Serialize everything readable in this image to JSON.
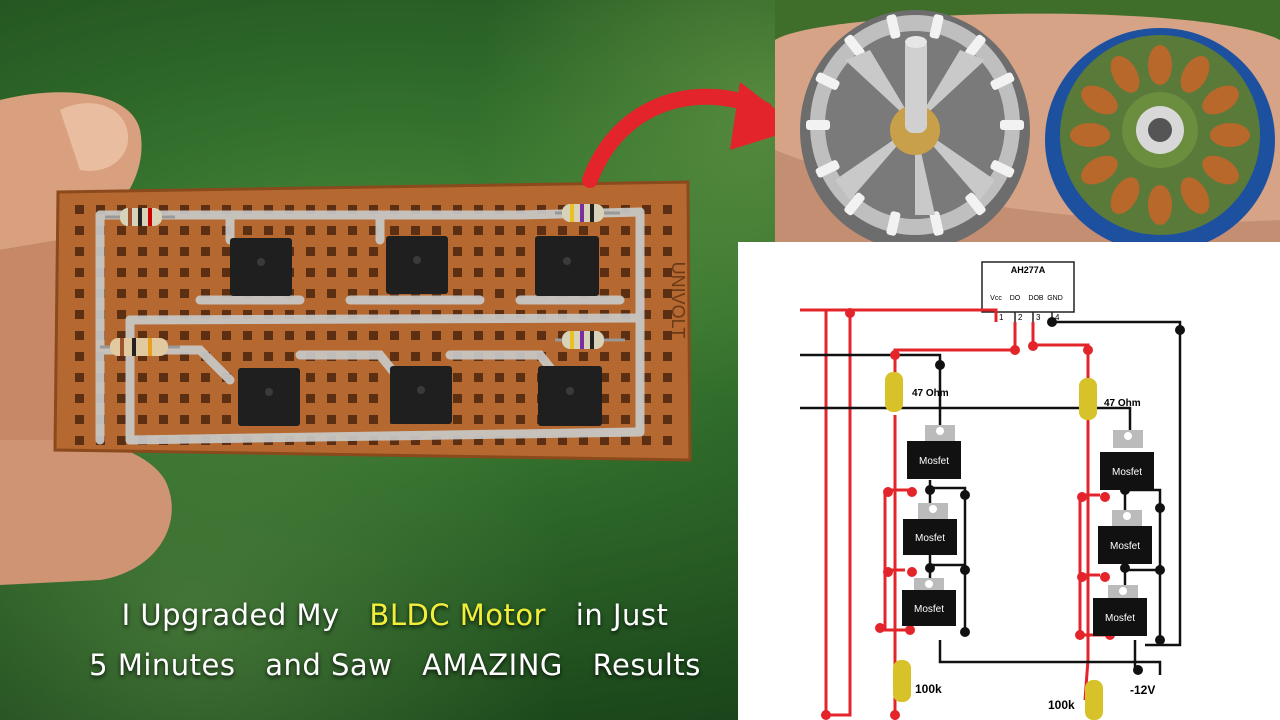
{
  "caption": {
    "line1_a": "I Upgraded My",
    "line1_b": "BLDC Motor",
    "line1_c": "in Just",
    "line2_a": "5 Minutes",
    "line2_b": "and Saw",
    "line2_c": "AMAZING",
    "line2_d": "Results"
  },
  "pcb": {
    "silkscreen": "UNIVOLT"
  },
  "schematic": {
    "ic_label": "AH277A",
    "pin_labels": [
      "Vcc",
      "DO",
      "DOB",
      "GND"
    ],
    "pin_numbers": [
      "1",
      "2",
      "3",
      "4"
    ],
    "resistor_left": "47 Ohm",
    "resistor_right": "47 Ohm",
    "mosfet_label": "Mosfet",
    "bottom_resistor_left": "100k",
    "bottom_resistor_right": "100k",
    "voltage": "-12V"
  },
  "colors": {
    "highlight": "#f2ef3a",
    "wire_red": "#e3242b",
    "wire_black": "#111111",
    "resistor": "#d8c22a",
    "pcb": "#b5682f"
  }
}
